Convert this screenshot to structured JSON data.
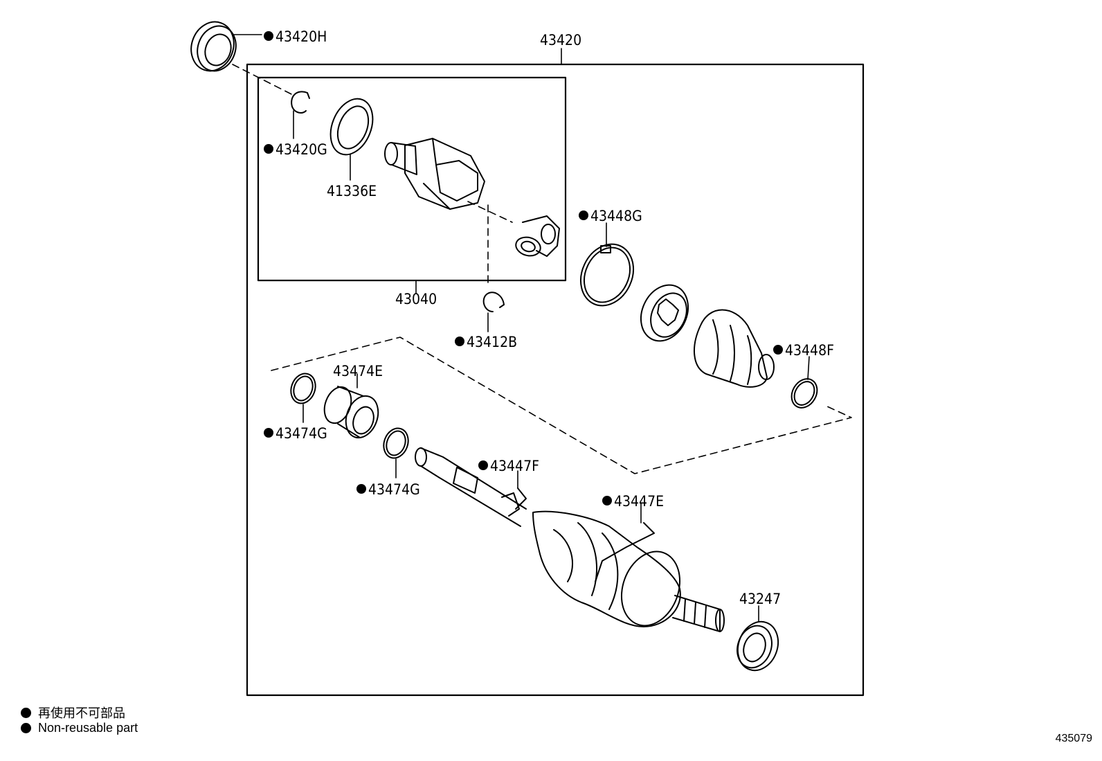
{
  "parts": {
    "p43420": "43420",
    "p43420H": "43420H",
    "p43420G": "43420G",
    "p41336E": "41336E",
    "p43040": "43040",
    "p43412B": "43412B",
    "p43448G": "43448G",
    "p43448F": "43448F",
    "p43474E": "43474E",
    "p43474G_a": "43474G",
    "p43474G_b": "43474G",
    "p43447F": "43447F",
    "p43447E": "43447E",
    "p43247": "43247"
  },
  "legend": {
    "jp": "再使用不可部品",
    "en": "Non-reusable part"
  },
  "illustration_number": "435079"
}
